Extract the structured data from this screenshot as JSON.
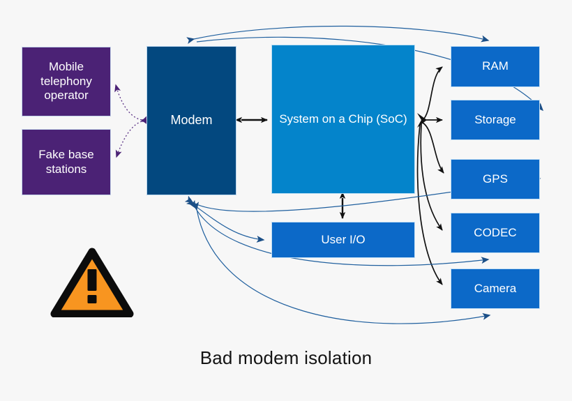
{
  "diagram": {
    "caption": "Bad modem isolation",
    "background_color": "#f7f7f7",
    "nodes": {
      "mobile_telephony_operator": {
        "label": "Mobile telephony operator",
        "color": "#4b2275"
      },
      "fake_base_stations": {
        "label": "Fake base stations",
        "color": "#4b2275"
      },
      "modem": {
        "label": "Modem",
        "color": "#03487f"
      },
      "soc": {
        "label": "System on a Chip (SoC)",
        "color": "#0484cb"
      },
      "ram": {
        "label": "RAM",
        "color": "#0c69c8"
      },
      "storage": {
        "label": "Storage",
        "color": "#0c69c8"
      },
      "gps": {
        "label": "GPS",
        "color": "#0c69c8"
      },
      "codec": {
        "label": "CODEC",
        "color": "#0c69c8"
      },
      "camera": {
        "label": "Camera",
        "color": "#0c69c8"
      },
      "user_io": {
        "label": "User I/O",
        "color": "#0c69c8"
      }
    },
    "icons": {
      "warning": {
        "name": "warning-triangle-icon",
        "fill": "#f89520",
        "stroke": "#0c0c0c"
      }
    },
    "edge_colors": {
      "threat_link": "#4b2275",
      "internal_bus": "#111111",
      "modem_reach": "#1f5f9e"
    }
  }
}
